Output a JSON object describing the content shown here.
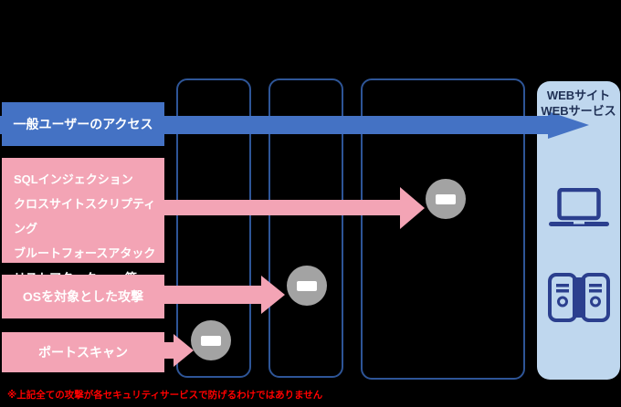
{
  "colors": {
    "bg": "#000000",
    "blue": "#4472C4",
    "pink": "#F3A4B5",
    "navy": "#2E5597",
    "icon": "#2B3F8E",
    "panel": "#BFD7EE",
    "gray": "#A3A3A3",
    "dest": "#1F3055",
    "red": "#FF0000"
  },
  "flow": {
    "user_access_label": "一般ユーザーのアクセス"
  },
  "attacks": {
    "web": {
      "line1": "SQLインジェクション",
      "line2": "クロスサイトスクリプティング",
      "line3": "ブルートフォースアタック",
      "line4": "リストアタック",
      "etc": "等"
    },
    "os": "OSを対象とした攻撃",
    "port": "ポートスキャン"
  },
  "destination": {
    "line1": "WEBサイト",
    "line2": "WEBサービス"
  },
  "icons": {
    "block_icon": "prohibition-minus",
    "laptop_icon": "laptop",
    "server_icon": "server-stack"
  },
  "note": "※上記全ての攻撃が各セキュリティサービスで防げるわけではありません"
}
